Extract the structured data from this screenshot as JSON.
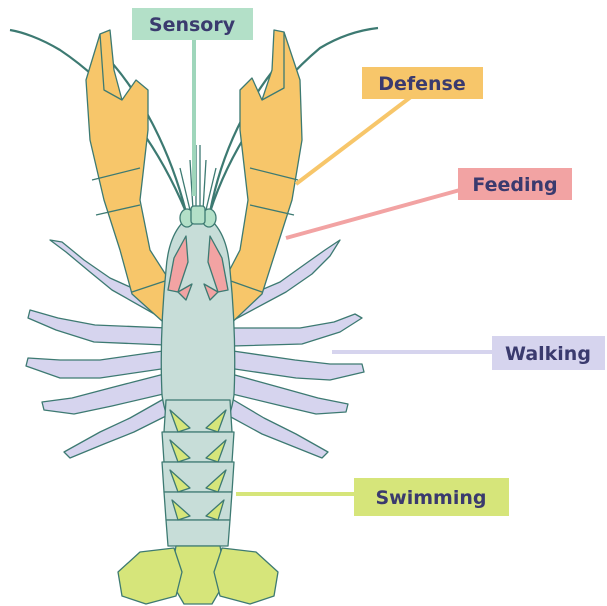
{
  "labels": {
    "sensory": "Sensory",
    "defense": "Defense",
    "feeding": "Feeding",
    "walking": "Walking",
    "swimming": "Swimming"
  },
  "colors": {
    "sensory": "#b3e0c8",
    "sensory_line": "#9fd6bb",
    "defense": "#f7c66a",
    "feeding": "#f2a3a3",
    "walking": "#d6d4ee",
    "swimming": "#d6e57a",
    "body": "#c7ddd8",
    "claw": "#f7c66a",
    "leg": "#d6d4ee",
    "tail": "#d6e57a",
    "outline": "#3d7a72",
    "text": "#3a3a6e"
  }
}
